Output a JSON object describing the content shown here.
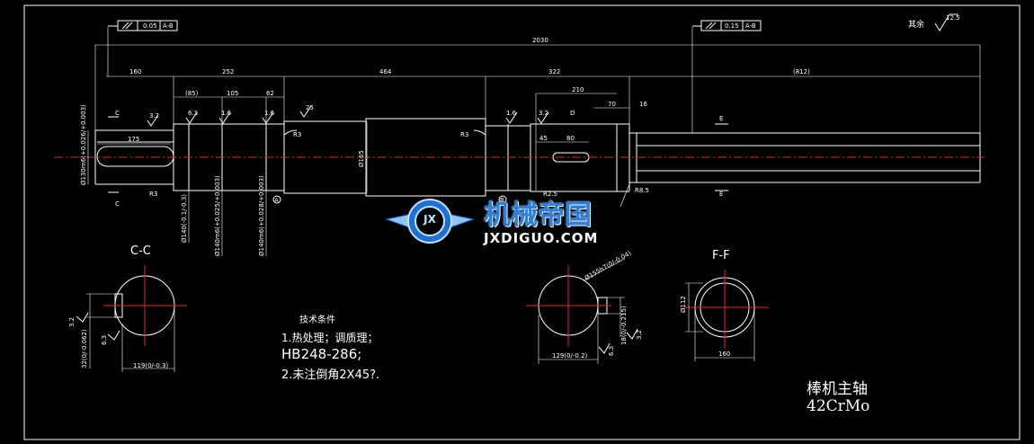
{
  "tolerances": {
    "left_frame": {
      "value": "0.05",
      "datum": "A-B"
    },
    "right_frame": {
      "value": "0.15",
      "datum": "A-B"
    }
  },
  "roughness": {
    "rest_label": "其余",
    "rest_value": "12.5",
    "values": [
      "3.2",
      "6.3",
      "1.6",
      "1.6",
      "25",
      "1.6",
      "3.2",
      "6.3",
      "3.2"
    ]
  },
  "dimensions": {
    "overall": "2030",
    "seg_160": "160",
    "seg_252": "252",
    "seg_464": "464",
    "seg_322": "322",
    "seg_812": "(812)",
    "seg_85": "(85)",
    "seg_105": "105",
    "seg_62": "62",
    "seg_210": "210",
    "seg_70": "70",
    "seg_16": "16",
    "seg_175": "175",
    "seg_45": "45",
    "seg_80": "80",
    "dia_165": "Ø165",
    "r3a": "R3",
    "r3b": "R3",
    "r3c": "R3",
    "r25": "R2.5",
    "r85": "R8.5",
    "dia_left": "Ø130m6(+0.026/+0.003)",
    "dia_140a": "Ø140(-0.1/-0.3)",
    "dia_140b": "Ø140m6(+0.025/+0.003)",
    "dia_140c": "Ø140m6(+0.028/+0.003)",
    "dia_ek": "Ø155h7(0/-0.04)",
    "dia_112": "Ø112",
    "ff_160": "160"
  },
  "section_labels": {
    "c_top": "C",
    "c_bottom": "C",
    "d_label": "D",
    "e_top": "E",
    "e_bottom": "E",
    "datum_a": "A",
    "datum_b": "B"
  },
  "sections": {
    "cc": {
      "title": "C-C",
      "dim_119": "119(0/-0.3)",
      "dim_32": "32(0/-0.062)",
      "rough_32": "3.2",
      "rough_63": "6.3"
    },
    "dd": {
      "dim_129": "129(0/-0.2)",
      "dim_18": "18(0/-0.215)",
      "rough_32": "3.2",
      "rough_63": "6.3"
    },
    "ff": {
      "title": "F-F"
    }
  },
  "tech_requirements": {
    "heading": "技术条件",
    "line1": "1.热处理；调质理；",
    "line2": "HB248-286;",
    "line3": "2.未注倒角2X45?."
  },
  "title_block": {
    "name": "棒机主轴",
    "material": "42CrMo"
  },
  "watermark": {
    "brand_cn": "机械帝国",
    "brand_en": "JXDIGUO.COM",
    "emblem": "JX"
  },
  "colors": {
    "background": "#000000",
    "line": "#ffffff",
    "centerline": "#e22222",
    "watermark_blue": "#1f6fd8",
    "watermark_light": "#bfe4ff"
  }
}
